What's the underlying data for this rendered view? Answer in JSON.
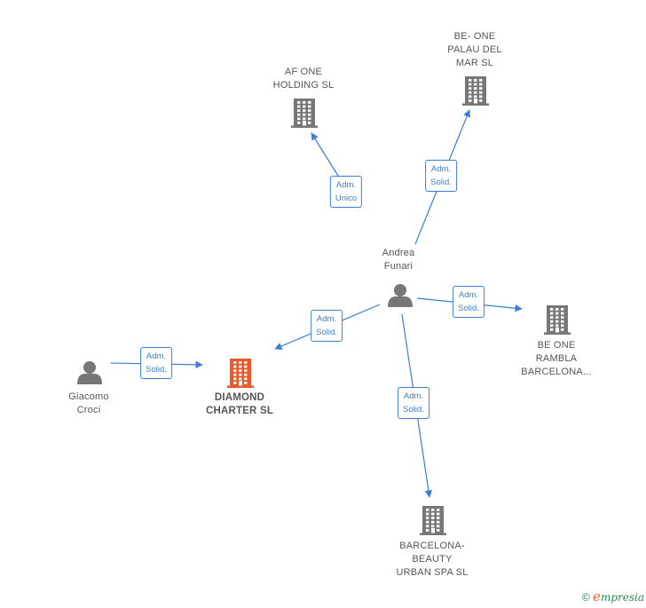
{
  "nodes": [
    {
      "id": "af-one",
      "kind": "company",
      "label": "AF ONE\nHOLDING  SL"
    },
    {
      "id": "be-one-palau",
      "kind": "company",
      "label": "BE- ONE\nPALAU DEL\nMAR  SL"
    },
    {
      "id": "andrea",
      "kind": "person",
      "label": "Andrea\nFunari"
    },
    {
      "id": "be-one-rambla",
      "kind": "company",
      "label": "BE ONE\nRAMBLA\nBARCELONA..."
    },
    {
      "id": "giacomo",
      "kind": "person",
      "label": "Giacomo\nCroci"
    },
    {
      "id": "diamond",
      "kind": "company",
      "label": "DIAMOND\nCHARTER  SL",
      "focus": true
    },
    {
      "id": "barcelona-beauty",
      "kind": "company",
      "label": "BARCELONA-\nBEAUTY\nURBAN SPA  SL"
    }
  ],
  "edges": [
    {
      "from": "andrea",
      "to": "af-one",
      "label": "Adm.\nUnico"
    },
    {
      "from": "andrea",
      "to": "be-one-palau",
      "label": "Adm.\nSolid."
    },
    {
      "from": "andrea",
      "to": "be-one-rambla",
      "label": "Adm.\nSolid."
    },
    {
      "from": "andrea",
      "to": "diamond",
      "label": "Adm.\nSolid."
    },
    {
      "from": "andrea",
      "to": "barcelona-beauty",
      "label": "Adm.\nSolid."
    },
    {
      "from": "giacomo",
      "to": "diamond",
      "label": "Adm.\nSolid."
    }
  ],
  "colors": {
    "edge": "#3a7fd5",
    "company": "#777777",
    "focus_company": "#e8582a",
    "person": "#777777"
  },
  "footer": {
    "copyright": "©",
    "brand_e": "e",
    "brand_rest": "mpresia"
  }
}
